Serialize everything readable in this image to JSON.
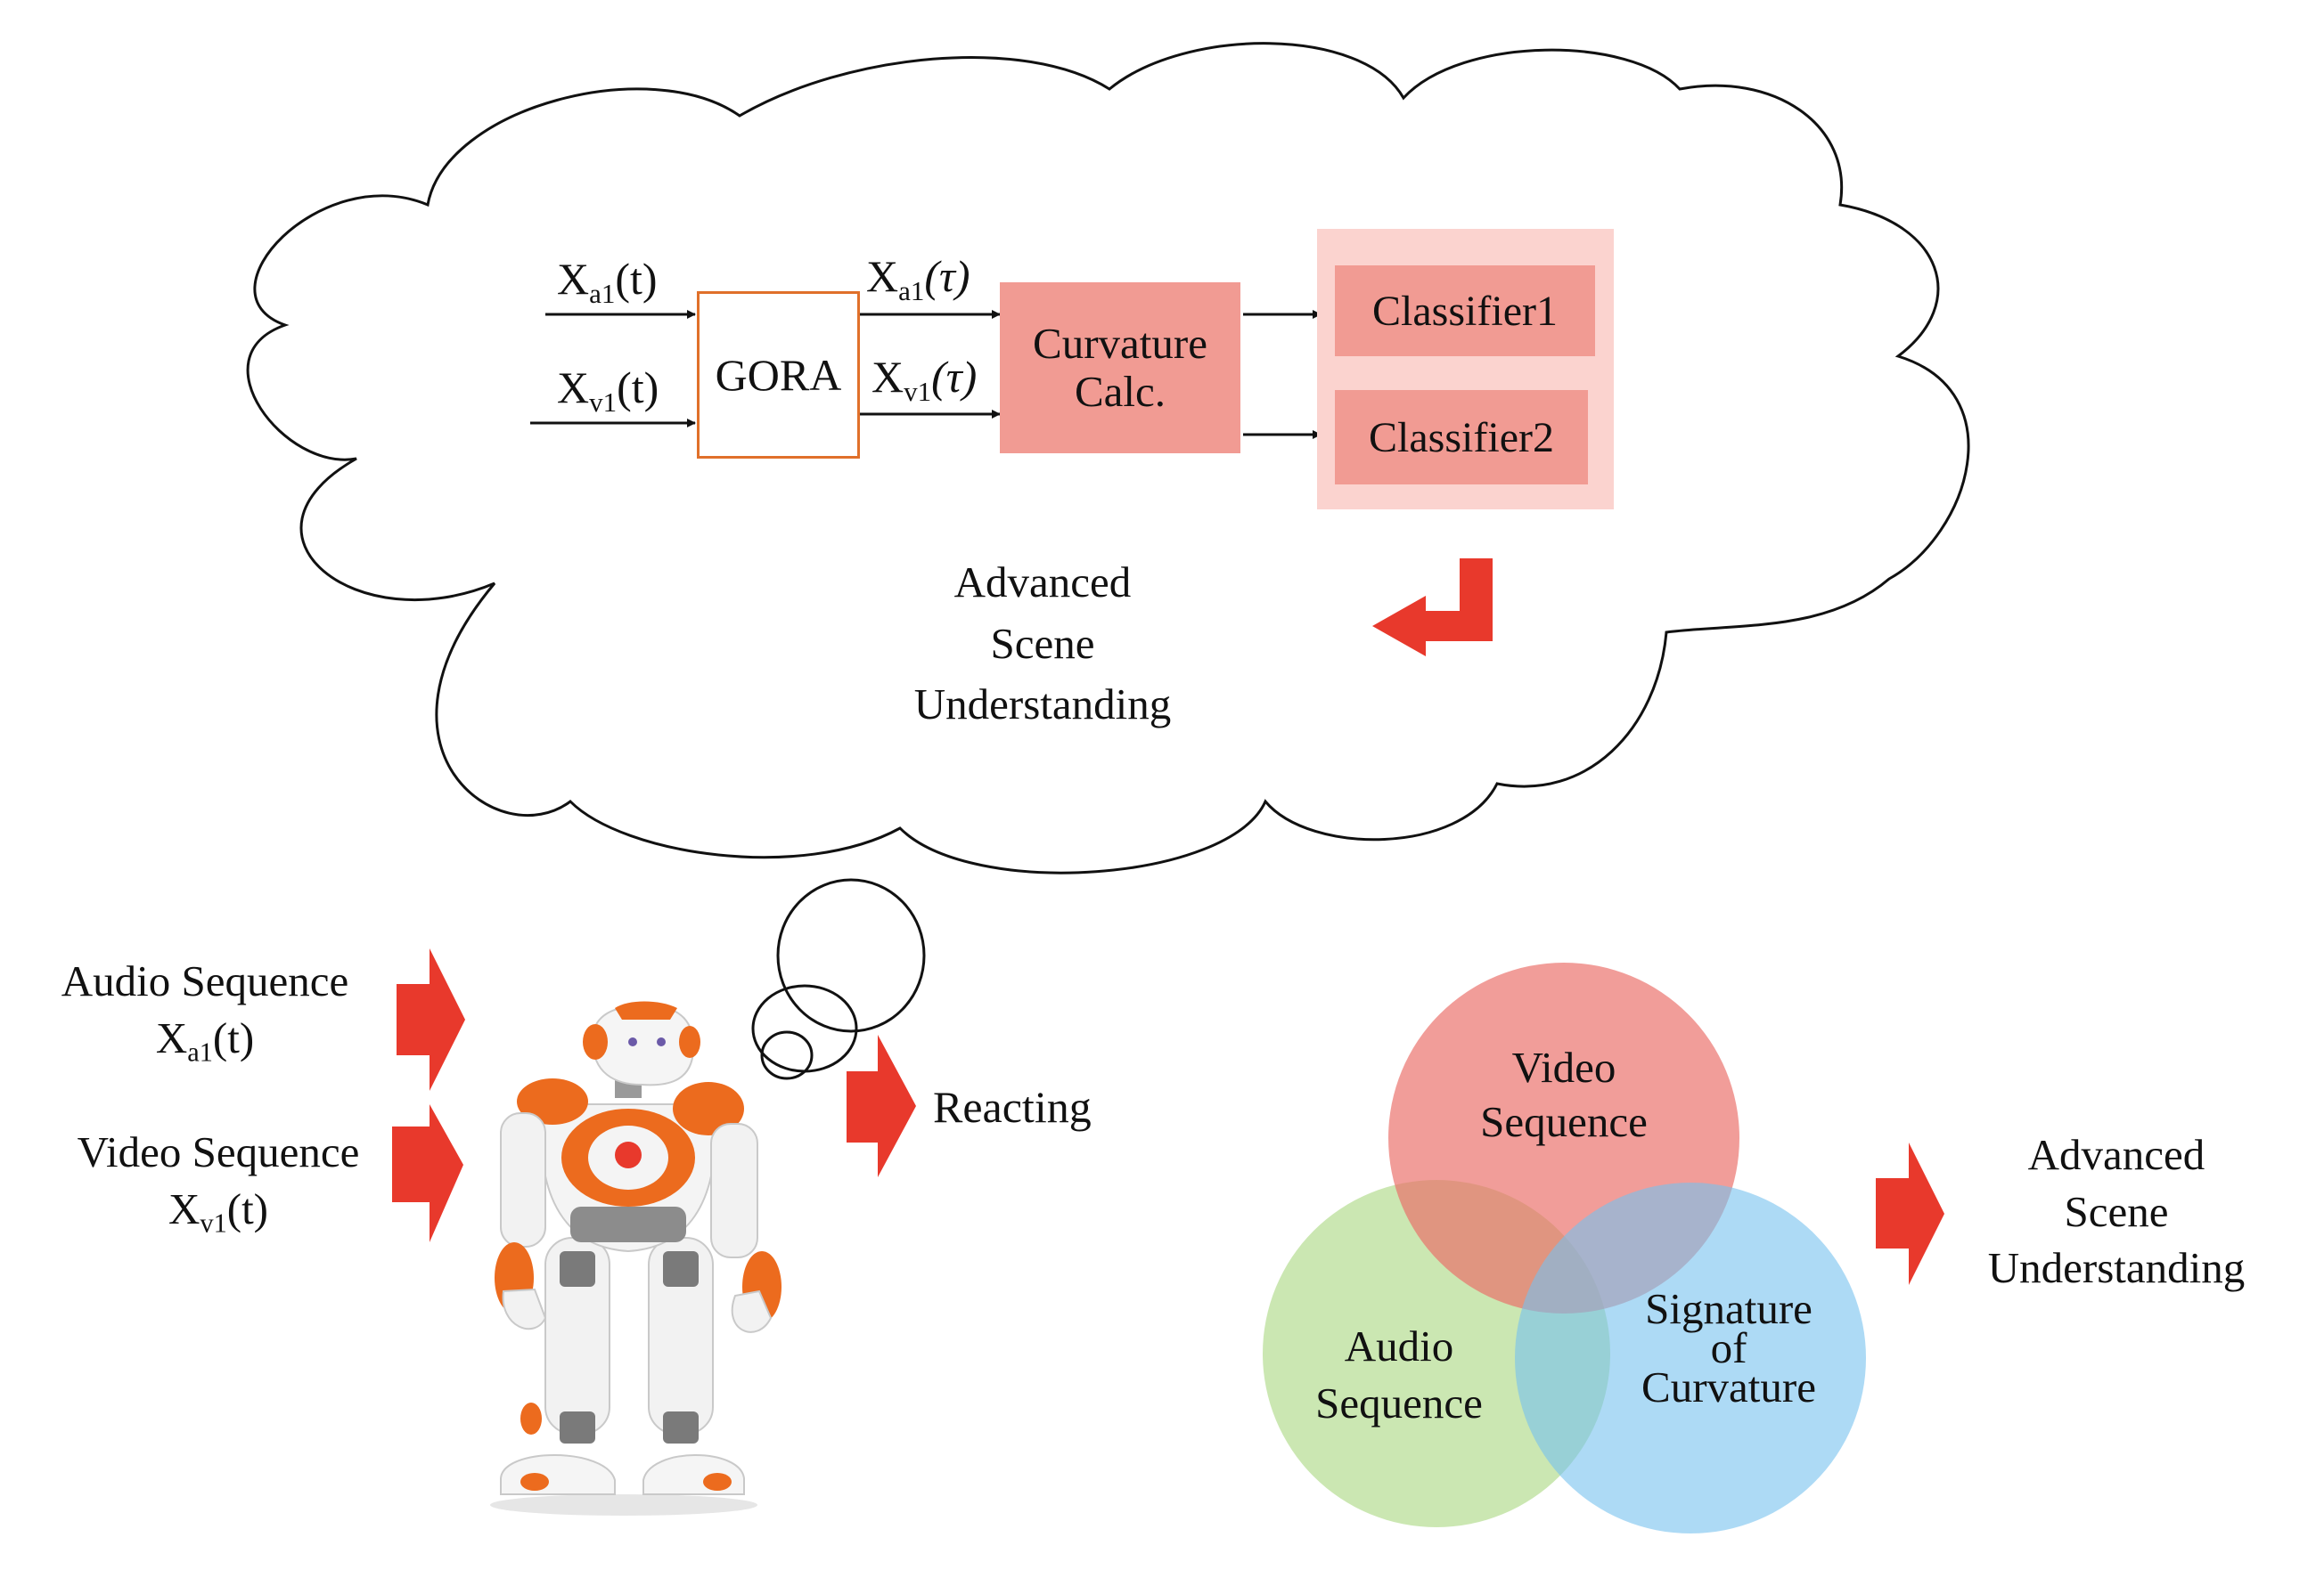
{
  "thought": {
    "input_a": {
      "base": "X",
      "sub": "a1",
      "arg": "(t)"
    },
    "input_v": {
      "base": "X",
      "sub": "v1",
      "arg": "(t)"
    },
    "mid_a": {
      "base": "X",
      "sub": "a1",
      "arg": "(τ)"
    },
    "mid_v": {
      "base": "X",
      "sub": "v1",
      "arg": "(τ)"
    },
    "gora_label": "GORA",
    "curvature_line1": "Curvature",
    "curvature_line2": "Calc.",
    "classifier1": "Classifier1",
    "classifier2": "Classifier2",
    "result_line1": "Advanced",
    "result_line2": "Scene",
    "result_line3": "Understanding"
  },
  "robot_inputs": {
    "audio_title": "Audio Sequence",
    "audio_var": {
      "base": "X",
      "sub": "a1",
      "arg": "(t)"
    },
    "video_title": "Video Sequence",
    "video_var": {
      "base": "X",
      "sub": "v1",
      "arg": "(t)"
    },
    "output": "Reacting"
  },
  "venn": {
    "video_line1": "Video",
    "video_line2": "Sequence",
    "audio_line1": "Audio",
    "audio_line2": "Sequence",
    "sig_line1": "Signature",
    "sig_line2": "of",
    "sig_line3": "Curvature",
    "result_line1": "Advanced",
    "result_line2": "Scene",
    "result_line3": "Understanding"
  },
  "colors": {
    "arrow_red": "#e8392c",
    "block_salmon": "#f19b93",
    "block_light": "#fbd3cf",
    "gora_border": "#e0702a",
    "venn_video": "#ea6f68",
    "venn_audio": "#a9d77e",
    "venn_sig": "#76c1ef",
    "robot_orange": "#ec6b1e"
  }
}
